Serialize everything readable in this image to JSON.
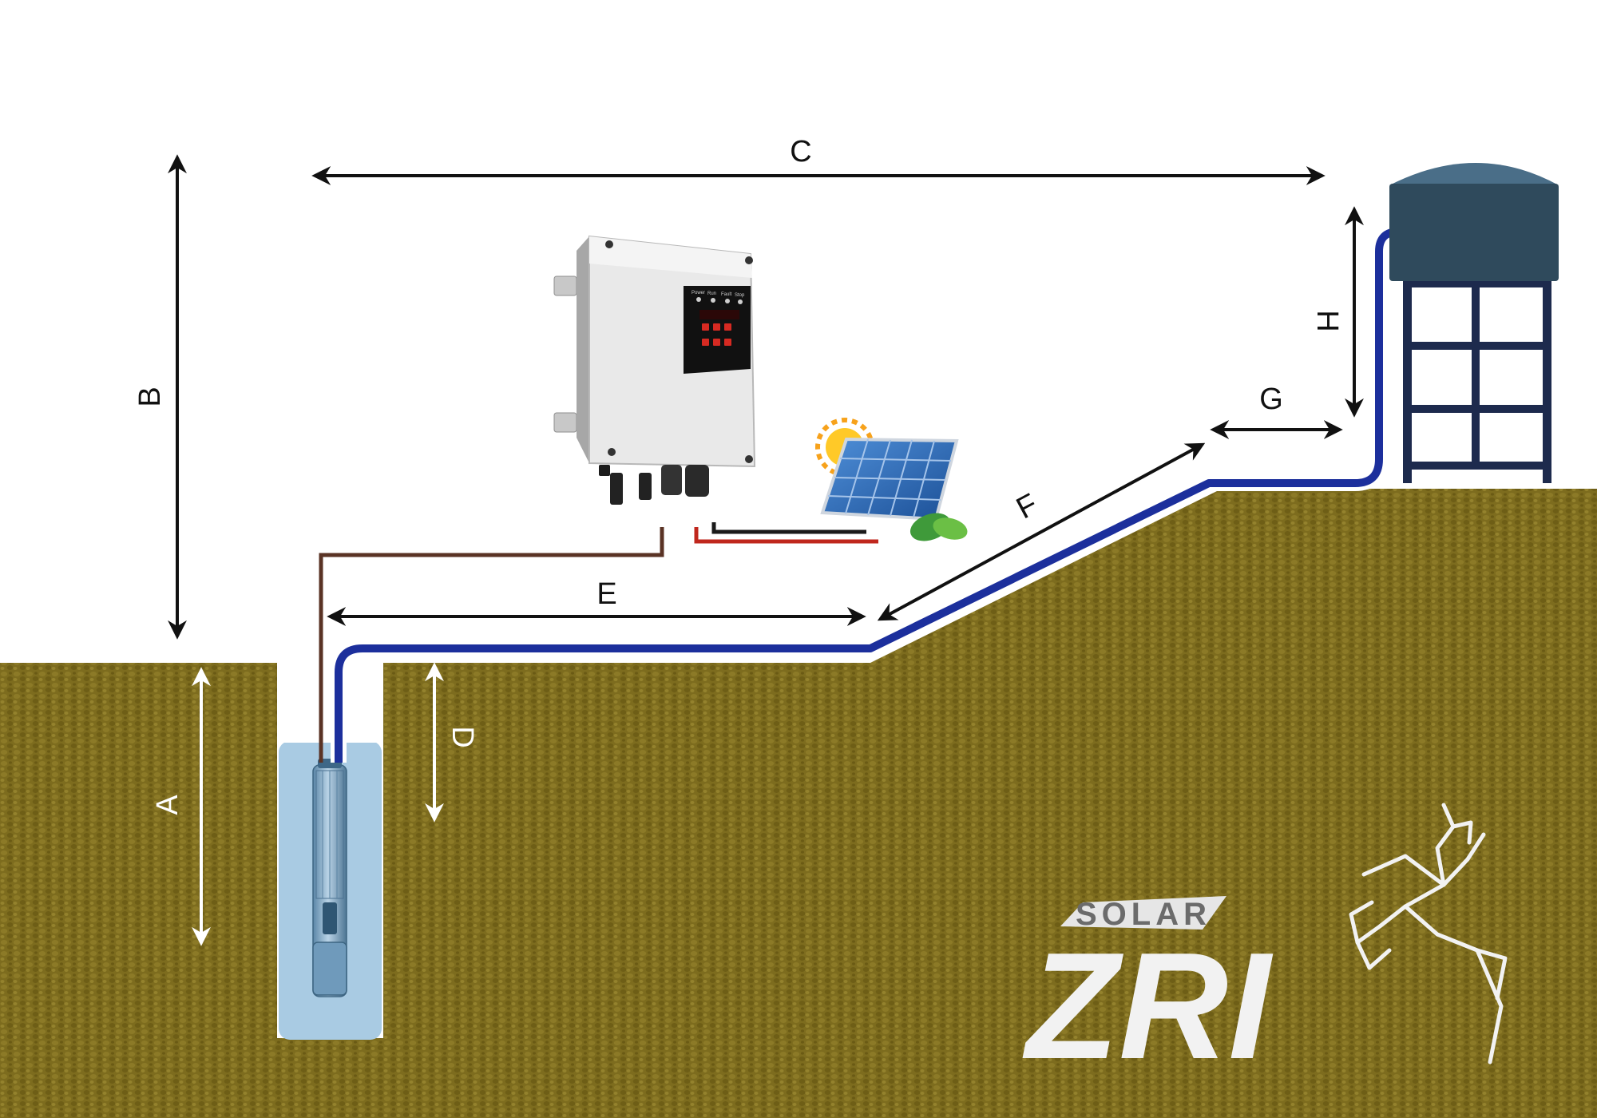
{
  "dimensions": {
    "A": "A",
    "B": "B",
    "C": "C",
    "D": "D",
    "E": "E",
    "F": "F",
    "G": "G",
    "H": "H"
  },
  "brand": {
    "small": "SOLAR",
    "big": "ZRI"
  },
  "controller": {
    "indicators": [
      "Power",
      "Run",
      "Fault",
      "Stop"
    ]
  },
  "colors": {
    "ground": "#7d6c1e",
    "pipe": "#1c2f9c",
    "cable_brown": "#5a3325",
    "cable_red": "#c0271d",
    "well_water": "#a9cbe3",
    "tank": "#2f4a5c",
    "tank_lid": "#4a6e88",
    "tower": "#1d2a4d"
  }
}
